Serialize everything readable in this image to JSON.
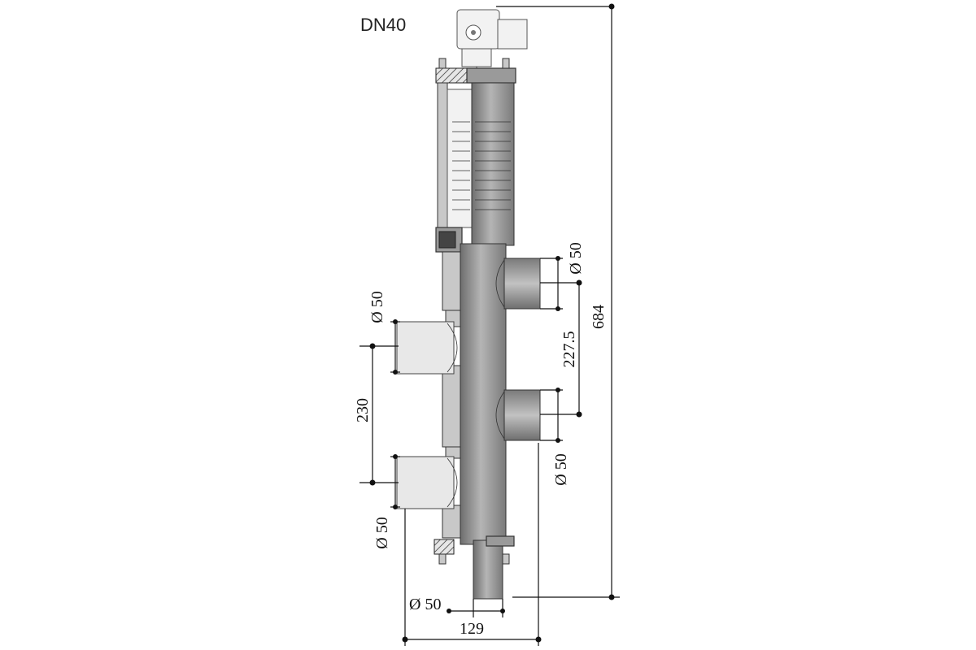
{
  "title": "DN40",
  "dimensions": {
    "height_total": "684",
    "spacing_right": "227.5",
    "spacing_left": "230",
    "bottom_width": "129",
    "dia_right_top": "Ø 50",
    "dia_right_bottom": "Ø 50",
    "dia_left_top": "Ø 50",
    "dia_left_bottom": "Ø 50",
    "dia_bottom": "Ø 50"
  }
}
